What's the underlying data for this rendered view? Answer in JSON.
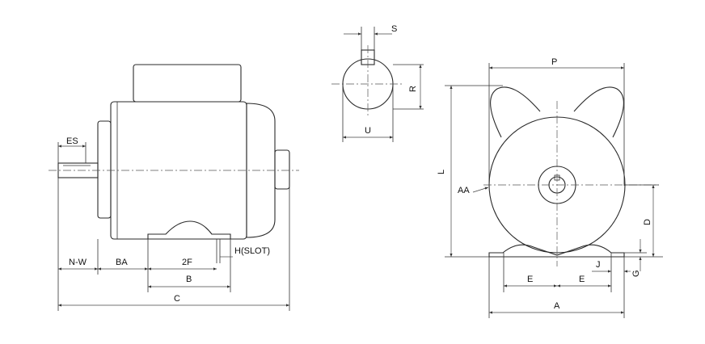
{
  "labels": {
    "es": "ES",
    "nw": "N-W",
    "ba": "BA",
    "f2": "2F",
    "h_slot": "H(SLOT)",
    "b": "B",
    "c": "C",
    "s": "S",
    "r": "R",
    "u": "U",
    "p": "P",
    "l": "L",
    "aa": "AA",
    "d": "D",
    "j": "J",
    "g": "G",
    "e_left": "E",
    "e_right": "E",
    "a": "A"
  }
}
